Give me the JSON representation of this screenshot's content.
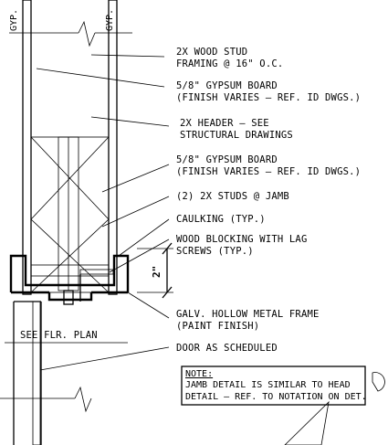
{
  "gyp_label_left": "GYP.",
  "gyp_label_right": "GYP.",
  "callouts": [
    {
      "id": "stud-framing",
      "lines": [
        "2X WOOD STUD",
        "FRAMING @ 16\" O.C."
      ]
    },
    {
      "id": "gypsum-upper",
      "lines": [
        "5/8\" GYPSUM BOARD",
        "(FINISH VARIES – REF. ID DWGS.)"
      ]
    },
    {
      "id": "header",
      "lines": [
        "2X HEADER – SEE",
        "STRUCTURAL DRAWINGS"
      ]
    },
    {
      "id": "gypsum-lower",
      "lines": [
        "5/8\" GYPSUM BOARD",
        "(FINISH VARIES – REF. ID DWGS.)"
      ]
    },
    {
      "id": "jamb-studs",
      "lines": [
        "(2) 2X STUDS @ JAMB"
      ]
    },
    {
      "id": "caulking",
      "lines": [
        "CAULKING (TYP.)"
      ]
    },
    {
      "id": "wood-blocking",
      "lines": [
        "WOOD BLOCKING WITH LAG",
        "SCREWS (TYP.)"
      ]
    },
    {
      "id": "hm-frame",
      "lines": [
        "GALV. HOLLOW METAL FRAME",
        "(PAINT FINISH)"
      ]
    },
    {
      "id": "door",
      "lines": [
        "DOOR AS SCHEDULED"
      ]
    }
  ],
  "dimension_label": "2\"",
  "floor_plan_label": "SEE FLR. PLAN",
  "note": {
    "heading": "NOTE:",
    "lines": [
      "JAMB DETAIL IS SIMILAR TO HEAD",
      "DETAIL – REF. TO NOTATION ON DET."
    ]
  },
  "colors": {
    "line": "#000000",
    "background": "#ffffff"
  }
}
